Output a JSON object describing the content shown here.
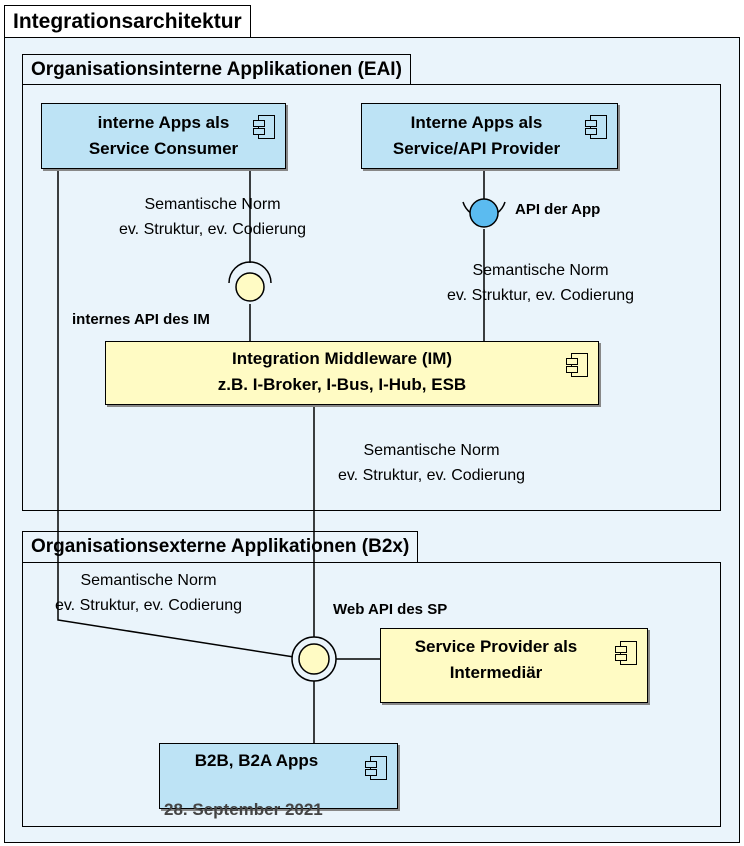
{
  "title": "Integrationsarchitektur",
  "packages": {
    "eai": {
      "title": "Organisationsinterne Applikationen (EAI)"
    },
    "b2x": {
      "title": "Organisationsexterne Applikationen (B2x)"
    }
  },
  "components": {
    "consumer": {
      "line1": "interne Apps als",
      "line2": "Service Consumer"
    },
    "provider": {
      "line1": "Interne Apps als",
      "line2": "Service/API Provider"
    },
    "middleware": {
      "line1": "Integration Middleware (IM)",
      "line2": "z.B. I-Broker, I-Bus, I-Hub, ESB"
    },
    "intermediary": {
      "line1": "Service Provider als",
      "line2": "Intermediär"
    },
    "b2b": {
      "line1": "B2B, B2A Apps"
    }
  },
  "interfaces": {
    "app_api": "API der App",
    "im_api": "internes API des IM",
    "web_api": "Web API des SP"
  },
  "notes": {
    "n1": {
      "line1": "Semantische Norm",
      "line2": "ev. Struktur, ev. Codierung"
    },
    "n2": {
      "line1": "Semantische Norm",
      "line2": "ev. Struktur, ev. Codierung"
    },
    "n3": {
      "line1": "Semantische Norm",
      "line2": "ev. Struktur, ev. Codierung"
    },
    "n4": {
      "line1": "Semantische Norm",
      "line2": "ev. Struktur, ev. Codierung"
    }
  },
  "date": "28. September 2021",
  "colors": {
    "component_blue": "#bde3f5",
    "component_yellow": "#fffbc4",
    "package_fill": "#eaf4fb",
    "interface_blue": "#5bbbf0",
    "interface_yellow": "#fffbc4"
  }
}
